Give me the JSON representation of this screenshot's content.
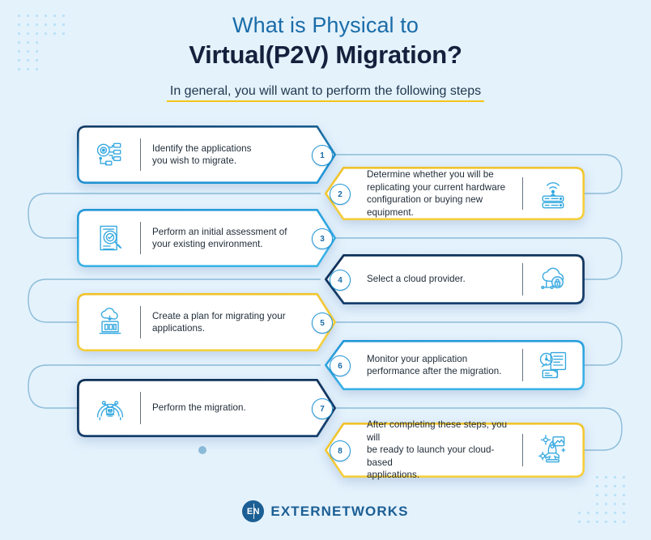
{
  "header": {
    "title_line1": "What is Physical to",
    "title_line2": "Virtual(P2V) Migration?",
    "subtitle": "In general, you will want to perform the following steps"
  },
  "colors": {
    "background": "#e4f2fc",
    "title_top": "#1a6ca8",
    "title_bottom": "#14213d",
    "accent_yellow": "#f5c518",
    "accent_blue": "#2196d6",
    "accent_navy": "#123a63",
    "connector": "#8cbcd8",
    "icon_stroke": "#35a8e0",
    "brand": "#1b5f94"
  },
  "steps": [
    {
      "number": "1",
      "side": "left",
      "text": "Identify the applications\nyou wish to migrate.",
      "icon": "network-settings-icon",
      "border": "navy-blue"
    },
    {
      "number": "2",
      "side": "right",
      "text": "Determine whether you will be\nreplicating your current hardware\nconfiguration or buying new equipment.",
      "icon": "wireless-router-icon",
      "border": "yellow"
    },
    {
      "number": "3",
      "side": "left",
      "text": "Perform an initial assessment of\nyour existing environment.",
      "icon": "document-audit-icon",
      "border": "blue"
    },
    {
      "number": "4",
      "side": "right",
      "text": "Select a cloud provider.",
      "icon": "cloud-lock-icon",
      "border": "navy"
    },
    {
      "number": "5",
      "side": "left",
      "text": "Create a plan for migrating your\napplications.",
      "icon": "cloud-laptop-icon",
      "border": "yellow"
    },
    {
      "number": "6",
      "side": "right",
      "text": "Monitor your application\nperformance after the migration.",
      "icon": "performance-monitor-icon",
      "border": "blue"
    },
    {
      "number": "7",
      "side": "left",
      "text": "Perform the migration.",
      "icon": "robot-arm-icon",
      "border": "navy"
    },
    {
      "number": "8",
      "side": "right",
      "text": "After completing these steps, you will\nbe ready to launch your cloud-based\napplications.",
      "icon": "rocket-launch-icon",
      "border": "yellow"
    }
  ],
  "footer": {
    "logo_mark": "EN",
    "logo_text": "EXTERNETWORKS"
  }
}
